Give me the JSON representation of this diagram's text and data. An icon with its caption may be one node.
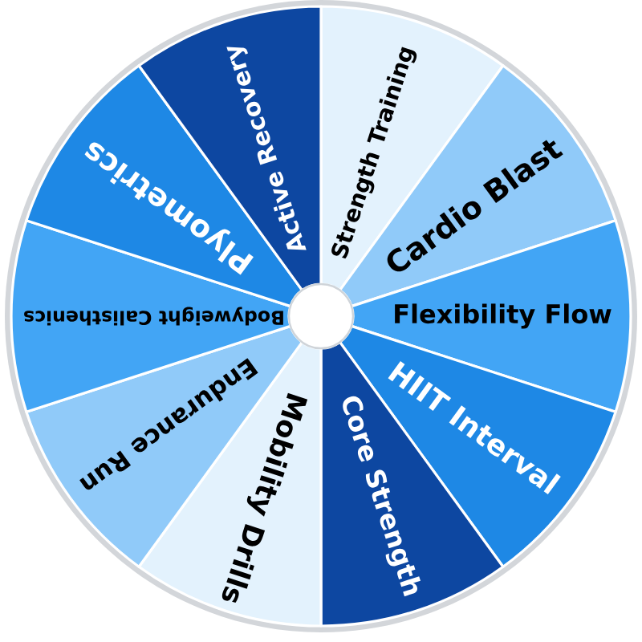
{
  "diagram": {
    "nodes": [
      {
        "text": [
          "Strength Training"
        ]
      },
      {
        "text": [
          "Cardio Blast"
        ]
      },
      {
        "text": [
          "Flexibility Flow"
        ]
      },
      {
        "text": [
          "HIIT Interval"
        ]
      },
      {
        "text": [
          "Core Strength"
        ]
      },
      {
        "text": [
          "Mobility Drills"
        ]
      },
      {
        "text": [
          "Endurance Run"
        ]
      },
      {
        "text": [
          "Bodyweight Calisthenics"
        ]
      },
      {
        "text": [
          "Plyometrics"
        ]
      },
      {
        "text": [
          "Active Recovery"
        ]
      }
    ]
  }
}
